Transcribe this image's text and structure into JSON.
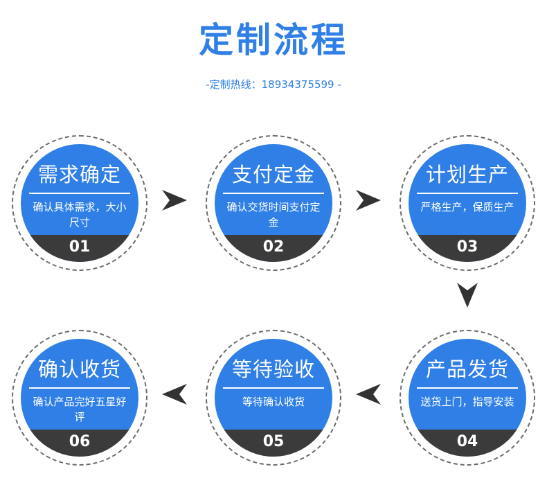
{
  "header": {
    "title": "定制流程",
    "hotline": "-定制热线：18934375599 -"
  },
  "steps": [
    {
      "title": "需求确定",
      "desc": "确认具体需求，大小尺寸",
      "num": "01"
    },
    {
      "title": "支付定金",
      "desc": "确认交货时间支付定金",
      "num": "02"
    },
    {
      "title": "计划生产",
      "desc": "严格生产，保质生产",
      "num": "03"
    },
    {
      "title": "产品发货",
      "desc": "送货上门，指导安装",
      "num": "04"
    },
    {
      "title": "等待验收",
      "desc": "等待确认收货",
      "num": "05"
    },
    {
      "title": "确认收货",
      "desc": "确认产品完好五星好评",
      "num": "06"
    }
  ],
  "colors": {
    "accent": "#2f7fe6",
    "band": "#3b3b3b",
    "arrow": "#333333"
  },
  "icons": {
    "arrow_right": "arrow-right-icon",
    "arrow_down": "arrow-down-icon",
    "arrow_left": "arrow-left-icon"
  }
}
